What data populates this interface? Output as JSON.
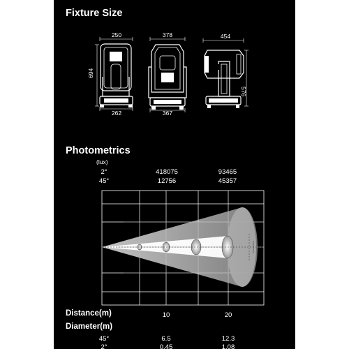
{
  "fixture": {
    "title": "Fixture Size",
    "front": {
      "width_top": "250",
      "height": "694",
      "width_base": "262"
    },
    "middle": {
      "width_top": "378",
      "width_base": "367"
    },
    "side": {
      "width_top": "454",
      "height": "576"
    }
  },
  "photometrics": {
    "title": "Photometrics",
    "unit": "(lux)",
    "rows": [
      {
        "angle": "2°",
        "v1": "418075",
        "v2": "93465"
      },
      {
        "angle": "45°",
        "v1": "12756",
        "v2": "45357"
      }
    ],
    "distance_label": "Distance(m)",
    "distance_ticks": [
      "10",
      "20"
    ],
    "diameter_label": "Diameter(m)",
    "diameter_rows": [
      {
        "angle": "45°",
        "v1": "6.5",
        "v2": "12.3"
      },
      {
        "angle": "2°",
        "v1": "0.45",
        "v2": "1.08"
      }
    ]
  }
}
